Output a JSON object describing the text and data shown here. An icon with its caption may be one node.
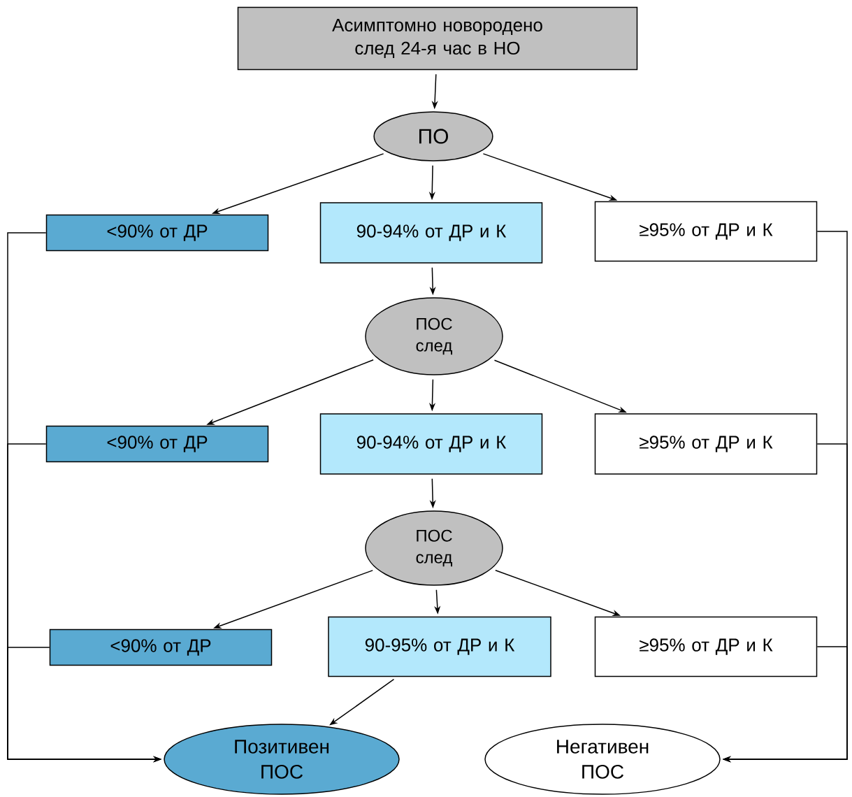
{
  "diagram": {
    "nodes": [
      {
        "text": [
          "Асимптомно новородено след 24-я час в НО"
        ]
      },
      {
        "text": [
          "ПО"
        ]
      },
      {
        "text": [
          "<90% от ДР"
        ]
      },
      {
        "text": [
          "90-94% от ДР и К"
        ]
      },
      {
        "text": [
          "≥95% от ДР и К"
        ]
      },
      {
        "text": [
          "ПОС след"
        ]
      },
      {
        "text": [
          "<90% от ДР"
        ]
      },
      {
        "text": [
          "90-94% от ДР и К"
        ]
      },
      {
        "text": [
          "≥95% от ДР и К"
        ]
      },
      {
        "text": [
          "ПОС след"
        ]
      },
      {
        "text": [
          "<90% от ДР"
        ]
      },
      {
        "text": [
          "90-95% от ДР и К"
        ]
      },
      {
        "text": [
          "≥95% от ДР и К"
        ]
      },
      {
        "text": [
          "Позитивен ПОС"
        ]
      },
      {
        "text": [
          "Негативен ПОС"
        ]
      }
    ],
    "edges": [
      {
        "from": 0,
        "to": 1,
        "arrow": "to"
      },
      {
        "from": 1,
        "to": 2,
        "arrow": "to"
      },
      {
        "from": 1,
        "to": 3,
        "arrow": "to"
      },
      {
        "from": 1,
        "to": 4,
        "arrow": "to"
      },
      {
        "from": 3,
        "to": 5,
        "arrow": "to"
      },
      {
        "from": 5,
        "to": 6,
        "arrow": "to"
      },
      {
        "from": 5,
        "to": 7,
        "arrow": "to"
      },
      {
        "from": 5,
        "to": 8,
        "arrow": "to"
      },
      {
        "from": 7,
        "to": 9,
        "arrow": "to"
      },
      {
        "from": 9,
        "to": 10,
        "arrow": "to"
      },
      {
        "from": 9,
        "to": 11,
        "arrow": "to"
      },
      {
        "from": 9,
        "to": 12,
        "arrow": "to"
      },
      {
        "from": 11,
        "to": 13,
        "arrow": "to"
      },
      {
        "from": 2,
        "to": 13,
        "arrow": "to"
      },
      {
        "from": 6,
        "to": 13,
        "arrow": "to"
      },
      {
        "from": 10,
        "to": 13,
        "arrow": "to"
      },
      {
        "from": 4,
        "to": 14,
        "arrow": "to"
      },
      {
        "from": 8,
        "to": 14,
        "arrow": "to"
      },
      {
        "from": 12,
        "to": 14,
        "arrow": "to"
      }
    ]
  }
}
